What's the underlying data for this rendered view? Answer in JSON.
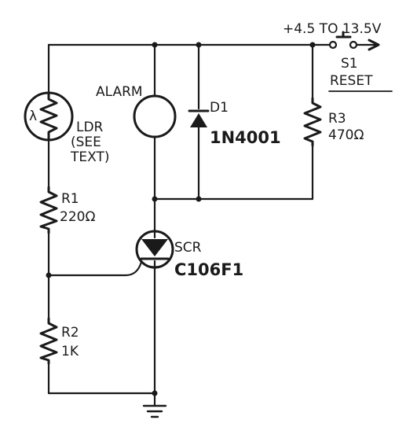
{
  "supply_label": "+4.5 TO 13.5V",
  "switch": {
    "ref": "S1",
    "name": "RESET"
  },
  "alarm": {
    "label": "ALARM"
  },
  "ldr": {
    "ref": "LDR",
    "note_line1": "(SEE",
    "note_line2": "TEXT)",
    "symbol": "λ"
  },
  "r1": {
    "ref": "R1",
    "value": "220Ω"
  },
  "r2": {
    "ref": "R2",
    "value": "1K"
  },
  "r3": {
    "ref": "R3",
    "value": "470Ω"
  },
  "d1": {
    "ref": "D1",
    "part": "1N4001"
  },
  "scr": {
    "ref": "SCR",
    "part": "C106F1"
  },
  "colors": {
    "ink": "#1a1a1a",
    "background": "#ffffff"
  }
}
